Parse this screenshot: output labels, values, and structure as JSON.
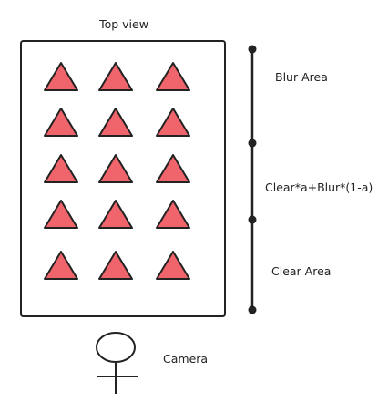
{
  "diagram": {
    "title": "Top view",
    "zones": {
      "blur": "Blur Area",
      "mixed": "Clear*a+Blur*(1-a)",
      "clear": "Clear Area"
    },
    "camera_label": "Camera",
    "grid": {
      "rows": 5,
      "cols": 3
    },
    "colors": {
      "triangle_fill": "#f0646b",
      "stroke": "#222222"
    },
    "icons": {
      "object": "red-triangle-icon",
      "camera": "stick-figure-icon"
    }
  }
}
